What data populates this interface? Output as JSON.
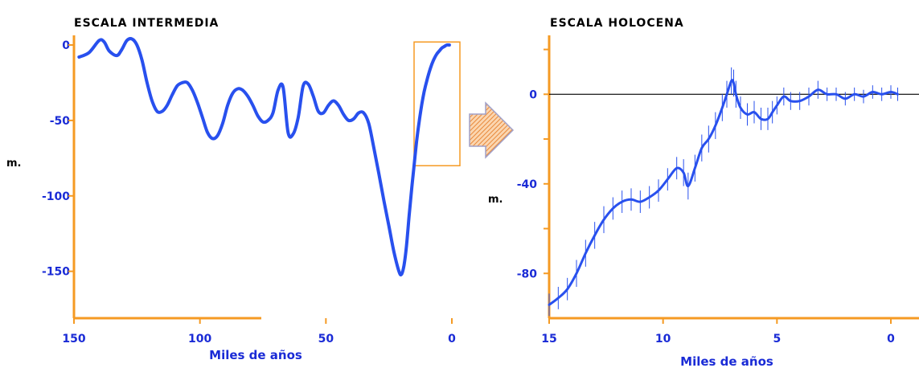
{
  "colors": {
    "axis": "#f59a23",
    "line": "#2850ee",
    "text": "#1a2bd6",
    "zero_line": "#000000",
    "arrow_fill": "#f6b574",
    "arrow_edge": "#a0a0c8"
  },
  "chart_data": [
    {
      "type": "line",
      "title": "ESCALA INTERMEDIA",
      "xlabel": "Miles de años",
      "ylabel": "m.",
      "xlim": [
        150,
        0
      ],
      "ylim": [
        -180,
        0
      ],
      "xticks": [
        "150",
        "100",
        "50",
        "0"
      ],
      "xtick_values": [
        150,
        100,
        50,
        0
      ],
      "yticks": [
        "0",
        "-50",
        "-100",
        "-150"
      ],
      "ytick_values": [
        0,
        -50,
        -100,
        -150
      ],
      "highlight_box": {
        "x": [
          0,
          15
        ],
        "y": [
          -80,
          2
        ]
      },
      "series": [
        {
          "x": [
            148,
            144,
            140,
            138,
            136,
            133,
            131,
            129,
            127,
            125,
            123,
            121,
            119,
            117,
            115,
            113,
            111,
            109,
            107,
            105,
            103,
            101,
            99,
            97,
            95,
            93,
            91,
            89,
            87,
            85,
            83,
            81,
            79,
            77,
            75,
            73,
            71,
            69,
            67,
            65,
            63,
            61,
            59,
            57,
            55,
            53,
            51,
            49,
            47,
            45,
            43,
            41,
            39,
            37,
            35,
            33,
            31,
            29,
            27,
            25,
            23,
            21,
            20,
            19,
            18,
            17,
            16,
            15,
            14,
            13,
            12,
            11,
            10,
            9,
            8,
            7,
            6,
            5,
            4,
            3,
            2,
            1
          ],
          "y": [
            -8,
            -5,
            3,
            2,
            -4,
            -7,
            -3,
            3,
            4,
            0,
            -10,
            -25,
            -37,
            -44,
            -44,
            -40,
            -33,
            -27,
            -25,
            -25,
            -30,
            -38,
            -48,
            -58,
            -62,
            -60,
            -52,
            -40,
            -32,
            -29,
            -30,
            -34,
            -40,
            -47,
            -51,
            -50,
            -45,
            -30,
            -28,
            -58,
            -59,
            -48,
            -27,
            -26,
            -34,
            -44,
            -45,
            -40,
            -37,
            -40,
            -46,
            -50,
            -49,
            -45,
            -45,
            -52,
            -68,
            -85,
            -103,
            -120,
            -137,
            -150,
            -152,
            -146,
            -133,
            -114,
            -96,
            -80,
            -64,
            -51,
            -40,
            -31,
            -24,
            -18,
            -13,
            -9,
            -6,
            -4,
            -2,
            -1,
            0,
            0
          ]
        }
      ]
    },
    {
      "type": "line",
      "title": "ESCALA HOLOCENA",
      "xlabel": "Miles de años",
      "ylabel": "m.",
      "xlim": [
        15,
        0
      ],
      "ylim": [
        -100,
        22
      ],
      "xticks": [
        "15",
        "10",
        "5",
        "0"
      ],
      "xtick_values": [
        15,
        10,
        5,
        0
      ],
      "yticks": [
        "0",
        "-40",
        "-80"
      ],
      "ytick_values": [
        0,
        -40,
        -80
      ],
      "zero_line": 0,
      "error_bars": true,
      "series": [
        {
          "x": [
            15.0,
            14.6,
            14.2,
            13.8,
            13.4,
            13.0,
            12.6,
            12.2,
            11.8,
            11.4,
            11.0,
            10.6,
            10.2,
            9.8,
            9.4,
            9.1,
            8.9,
            8.6,
            8.3,
            8.0,
            7.7,
            7.4,
            7.2,
            7.0,
            6.9,
            6.8,
            6.6,
            6.3,
            6.0,
            5.7,
            5.4,
            5.2,
            5.0,
            4.7,
            4.4,
            4.0,
            3.6,
            3.2,
            2.8,
            2.4,
            2.0,
            1.6,
            1.2,
            0.8,
            0.4,
            0.0,
            -0.3
          ],
          "y": [
            -94,
            -91,
            -87,
            -80,
            -71,
            -63,
            -56,
            -51,
            -48,
            -47,
            -48,
            -46,
            -43,
            -38,
            -33,
            -35,
            -41,
            -33,
            -24,
            -20,
            -14,
            -6,
            0,
            6,
            5,
            0,
            -6,
            -9,
            -8,
            -11,
            -11,
            -8,
            -5,
            -1,
            -3,
            -3,
            -1,
            2,
            0,
            0,
            -2,
            0,
            -1,
            1,
            0,
            1,
            0
          ],
          "err": [
            5,
            5,
            5,
            6,
            6,
            6,
            6,
            5,
            5,
            5,
            5,
            5,
            5,
            5,
            5,
            6,
            6,
            6,
            6,
            6,
            6,
            6,
            6,
            6,
            6,
            6,
            5,
            5,
            5,
            5,
            5,
            5,
            4,
            4,
            4,
            4,
            4,
            4,
            3,
            3,
            3,
            3,
            3,
            3,
            3,
            3,
            3
          ]
        }
      ]
    }
  ]
}
